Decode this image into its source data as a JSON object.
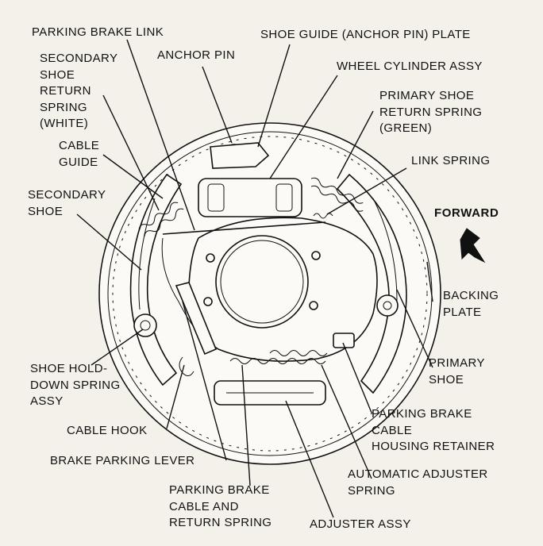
{
  "labels": {
    "parking_brake_link": "PARKING BRAKE LINK",
    "shoe_guide": "SHOE GUIDE (ANCHOR PIN) PLATE",
    "secondary_return_spring": "SECONDARY\nSHOE\nRETURN\nSPRING\n(WHITE)",
    "anchor_pin": "ANCHOR PIN",
    "wheel_cylinder": "WHEEL CYLINDER ASSY",
    "primary_return_spring": "PRIMARY SHOE\nRETURN SPRING\n(GREEN)",
    "cable_guide": "CABLE\nGUIDE",
    "link_spring": "LINK SPRING",
    "secondary_shoe": "SECONDARY\nSHOE",
    "forward": "FORWARD",
    "backing_plate": "BACKING\nPLATE",
    "primary_shoe": "PRIMARY\nSHOE",
    "shoe_holddown": "SHOE HOLD-\nDOWN SPRING\nASSY",
    "parking_brake_cable_retainer": "PARKING BRAKE\nCABLE\nHOUSING RETAINER",
    "cable_hook": "CABLE HOOK",
    "brake_parking_lever": "BRAKE PARKING LEVER",
    "automatic_adjuster_spring": "AUTOMATIC ADJUSTER\nSPRING",
    "parking_brake_cable_return": "PARKING BRAKE\nCABLE AND\nRETURN SPRING",
    "adjuster_assy": "ADJUSTER ASSY"
  },
  "icons": {
    "forward_arrow": "arrow-down-right-icon"
  },
  "colors": {
    "line": "#111111",
    "paper": "#f4f1ea"
  }
}
